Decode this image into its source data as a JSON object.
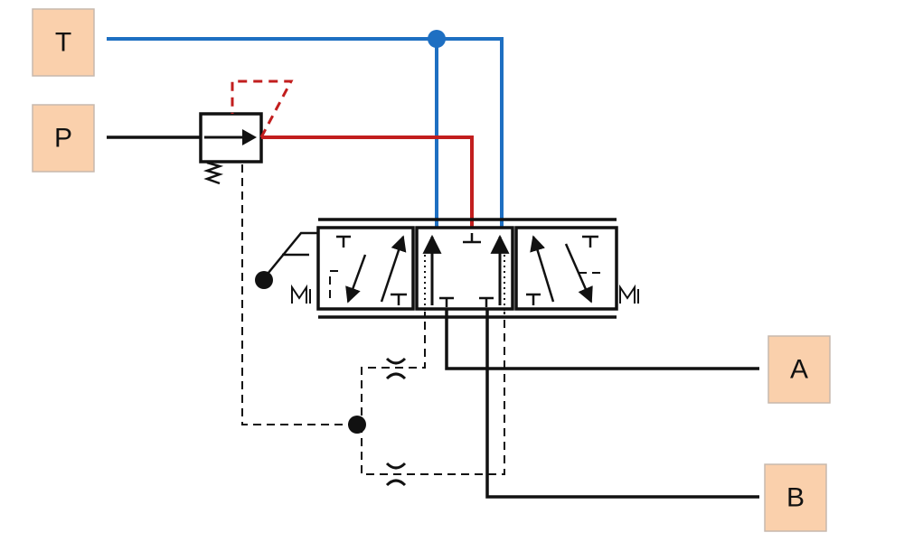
{
  "ports": {
    "tank": "T",
    "pressure": "P",
    "a": "A",
    "b": "B"
  },
  "colors": {
    "tank_line": "#1e6fc2",
    "pressure_line": "#c21e1e",
    "pilot_line": "#c21e1e",
    "port_fill": "#fad0ac",
    "line": "#111111"
  },
  "icons": {
    "pressure_reducing_valve": "pressure-reducing-valve-icon",
    "directional_valve": "4-3-directional-valve-icon",
    "throttle": "throttle-valve-icon",
    "lever": "lever-actuator-icon",
    "spring": "spring-return-icon"
  }
}
